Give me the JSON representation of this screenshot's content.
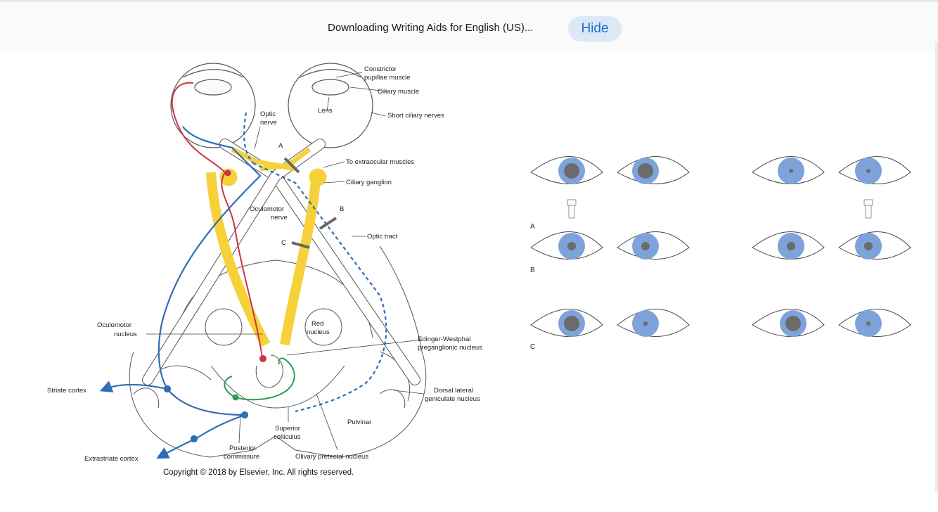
{
  "notification": {
    "message": "Downloading Writing Aids for English (US)...",
    "hide_label": "Hide"
  },
  "diagram": {
    "labels": {
      "constrictor": "Constrictor",
      "pupillae": "pupillae muscle",
      "ciliary_muscle": "Ciliary muscle",
      "lens": "Lens",
      "optic": "Optic",
      "nerve": "nerve",
      "short_ciliary": "Short ciliary nerves",
      "a": "A",
      "to_extraocular": "To extraocular muscles",
      "ciliary_ganglion": "Ciliary ganglion",
      "oculomotor": "Oculomotor",
      "b": "B",
      "optic_tract": "Optic tract",
      "c": "C",
      "oculomotor_nucleus_1": "Oculomotor",
      "oculomotor_nucleus_2": "nucleus",
      "red": "Red",
      "red_nucleus": "nucleus",
      "ew_1": "Edinger-Westphal",
      "ew_2": "preganglionic nucleus",
      "striate_cortex": "Striate cortex",
      "dlgn_1": "Dorsal lateral",
      "dlgn_2": "geniculate nucleus",
      "pulvinar": "Pulvinar",
      "superior": "Superior",
      "colliculus": "colliculus",
      "posterior": "Posterior",
      "commissure": "commissure",
      "olivary": "Olivary pretectal nucleus",
      "extrastriate_cortex": "Extrastriate cortex"
    },
    "copyright": "Copyright © 2018 by Elsevier, Inc. All rights reserved.",
    "colors": {
      "nerve_yellow": "#f6d13a",
      "red_pathway": "#cc3344",
      "blue_pathway": "#2f6db5",
      "green_pathway": "#2f9b55",
      "iris": "#7ea3da",
      "pupil": "#6b6b6b"
    }
  },
  "pupil_panel": {
    "row_labels": [
      "A",
      "B",
      "C"
    ]
  }
}
